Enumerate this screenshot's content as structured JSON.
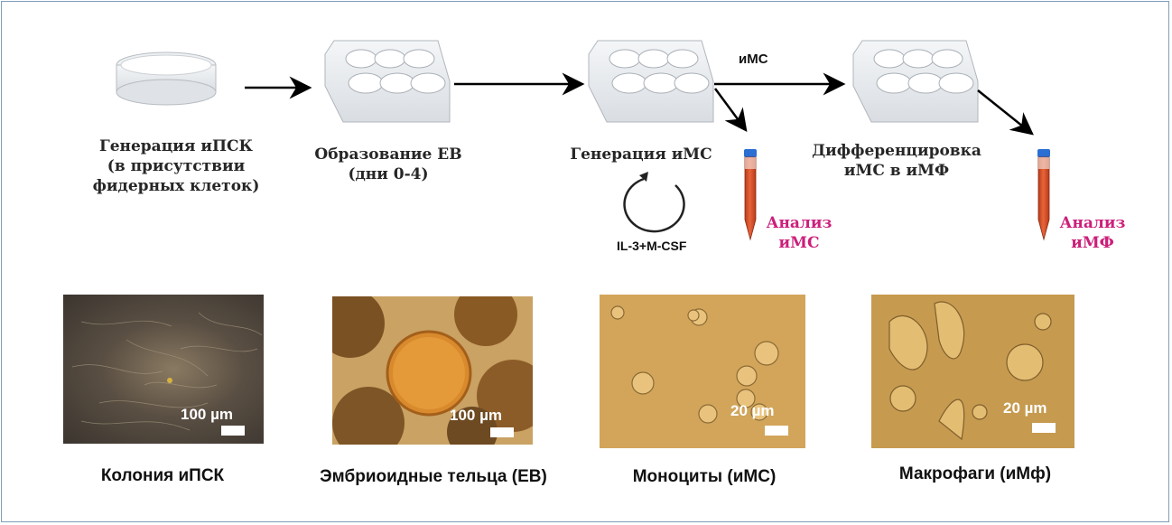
{
  "steps": [
    {
      "label": "Генерация иПСК\n(в присутствии\nфидерных клеток)",
      "vessel": "petri-dish"
    },
    {
      "label": "Образование EB\n(дни 0-4)",
      "vessel": "six-well-plate"
    },
    {
      "label": "Генерация иМС",
      "vessel": "six-well-plate"
    },
    {
      "label": "Дифференцировка\nиМС в иМФ",
      "vessel": "six-well-plate"
    }
  ],
  "arrow_label_ims": "иМС",
  "cycle_label": "IL-3+M-CSF",
  "analysis": [
    {
      "label": "Анализ\nиМС"
    },
    {
      "label": "Анализ\nиМФ"
    }
  ],
  "photos": [
    {
      "caption": "Колония иПСК",
      "scale": "100 µm",
      "icon": "ipsc-colony-micrograph"
    },
    {
      "caption": "Эмбриоидные тельца (EB)",
      "scale": "100 µm",
      "icon": "embryoid-body-micrograph"
    },
    {
      "caption": "Моноциты (иМС)",
      "scale": "20 µm",
      "icon": "monocyte-micrograph"
    },
    {
      "caption": "Макрофаги (иМф)",
      "scale": "20 µm",
      "icon": "macrophage-micrograph"
    }
  ],
  "colors": {
    "accent_magenta": "#cc1f7a",
    "tube_fill": "#d9502a",
    "tube_cap": "#2a6fd1"
  }
}
